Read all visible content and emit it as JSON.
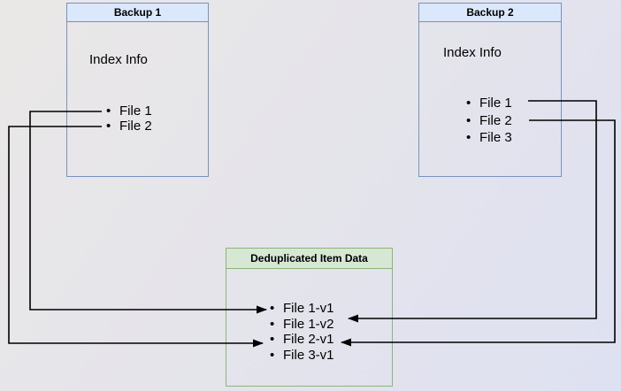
{
  "diagram": {
    "backup1": {
      "title": "Backup 1",
      "subtitle": "Index Info",
      "items": [
        "File 1",
        "File 2"
      ]
    },
    "backup2": {
      "title": "Backup 2",
      "subtitle": "Index Info",
      "items": [
        "File 1",
        "File 2",
        "File 3"
      ]
    },
    "dedup": {
      "title": "Deduplicated Item Data",
      "items": [
        "File 1-v1",
        "File 1-v2",
        "File 2-v1",
        "File 3-v1"
      ]
    },
    "edges": [
      {
        "from": "Backup 1 / File 1",
        "to": "Deduplicated Item Data / File 1-v1"
      },
      {
        "from": "Backup 1 / File 2",
        "to": "Deduplicated Item Data / File 2-v1"
      },
      {
        "from": "Backup 2 / File 1",
        "to": "Deduplicated Item Data / File 1-v2"
      },
      {
        "from": "Backup 2 / File 2",
        "to": "Deduplicated Item Data / File 2-v1"
      }
    ],
    "colors": {
      "backup_header_fill": "#dbe8fb",
      "backup_border": "#6c8ebf",
      "dedup_header_fill": "#d6e8d4",
      "dedup_border": "#82b366",
      "connector_line": "#000000",
      "text": "#000000"
    }
  }
}
